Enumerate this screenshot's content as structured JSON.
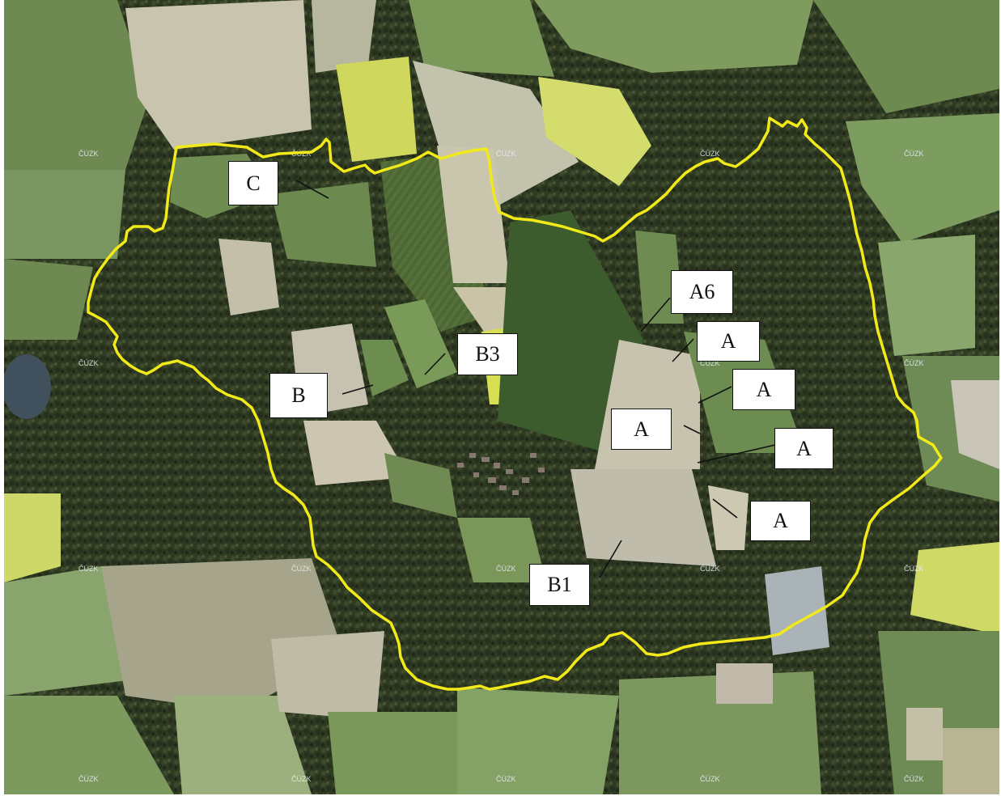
{
  "map": {
    "boundary_color": "#f2ea18",
    "labels": [
      {
        "id": "C",
        "text": "C"
      },
      {
        "id": "A6",
        "text": "A6"
      },
      {
        "id": "B3",
        "text": "B3"
      },
      {
        "id": "B",
        "text": "B"
      },
      {
        "id": "A_1",
        "text": "A"
      },
      {
        "id": "A_2",
        "text": "A"
      },
      {
        "id": "A_3",
        "text": "A"
      },
      {
        "id": "A_4",
        "text": "A"
      },
      {
        "id": "A_5",
        "text": "A"
      },
      {
        "id": "B1",
        "text": "B1"
      }
    ],
    "watermark": "ČÚZK"
  }
}
